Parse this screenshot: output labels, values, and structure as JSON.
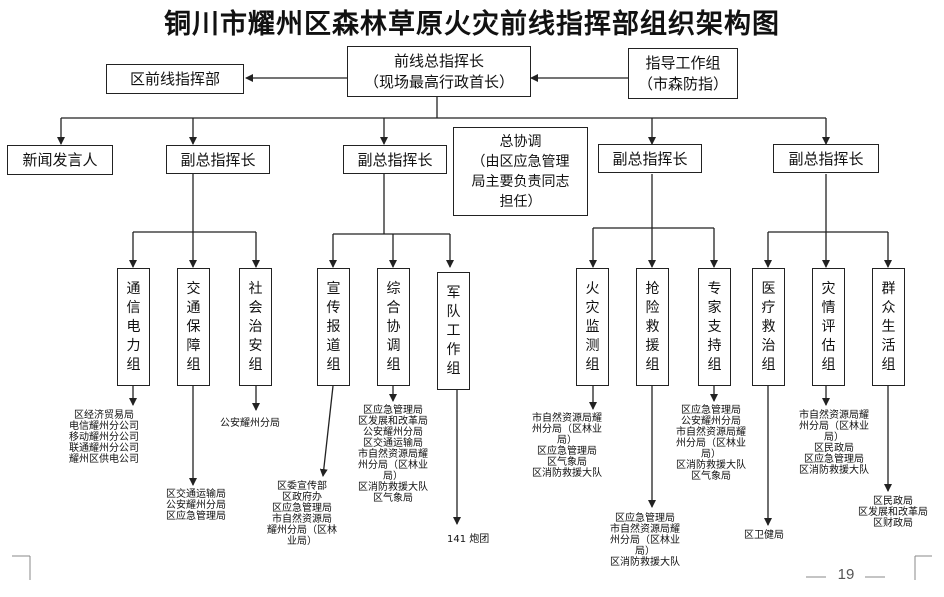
{
  "title": "铜川市耀州区森林草原火灾前线指挥部组织架构图",
  "commander": [
    "前线总指挥长",
    "（现场最高行政首长）"
  ],
  "left_box": "区前线指挥部",
  "right_box": [
    "指导工作组",
    "（市森防指）"
  ],
  "spokesperson": "新闻发言人",
  "coordinator": [
    "总协调",
    "（由区应急管理",
    "局主要负责同志",
    "担任）"
  ],
  "deputy_label": "副总指挥长",
  "groups": [
    {
      "name": "通信电力组",
      "units": [
        "区经济贸易局",
        "电信耀州分公司",
        "移动耀州分公司",
        "联通耀州分公司",
        "耀州区供电公司"
      ]
    },
    {
      "name": "交通保障组",
      "units": [
        "区交通运输局",
        "公安耀州分局",
        "区应急管理局"
      ]
    },
    {
      "name": "社会治安组",
      "units": [
        "公安耀州分局"
      ]
    },
    {
      "name": "宣传报道组",
      "units": [
        "区委宣传部",
        "区政府办",
        "区应急管理局",
        "市自然资源局",
        "耀州分局（区林",
        "业局）"
      ]
    },
    {
      "name": "综合协调组",
      "units": [
        "区应急管理局",
        "区发展和改革局",
        "公安耀州分局",
        "区交通运输局",
        "市自然资源局耀",
        "州分局（区林业",
        "局）",
        "区消防救援大队",
        "区气象局"
      ]
    },
    {
      "name": "军队工作组",
      "units": [
        "141 炮团"
      ]
    },
    {
      "name": "火灾监测组",
      "units": [
        "市自然资源局耀",
        "州分局（区林业",
        "局）",
        "区应急管理局",
        "区气象局",
        "区消防救援大队"
      ]
    },
    {
      "name": "抢险救援组",
      "units": [
        "区应急管理局",
        "市自然资源局耀",
        "州分局（区林业",
        "局）",
        "区消防救援大队"
      ]
    },
    {
      "name": "专家支持组",
      "units": [
        "区应急管理局",
        "公安耀州分局",
        "市自然资源局耀",
        "州分局（区林业",
        "局）",
        "区消防救援大队",
        "区气象局"
      ]
    },
    {
      "name": "医疗救治组",
      "units": [
        "区卫健局"
      ]
    },
    {
      "name": "灾情评估组",
      "units": [
        "市自然资源局耀",
        "州分局（区林业",
        "局）",
        "区民政局",
        "区应急管理局",
        "区消防救援大队"
      ]
    },
    {
      "name": "群众生活组",
      "units": [
        "区民政局",
        "区发展和改革局",
        "区财政局"
      ]
    }
  ],
  "page_number": "19"
}
